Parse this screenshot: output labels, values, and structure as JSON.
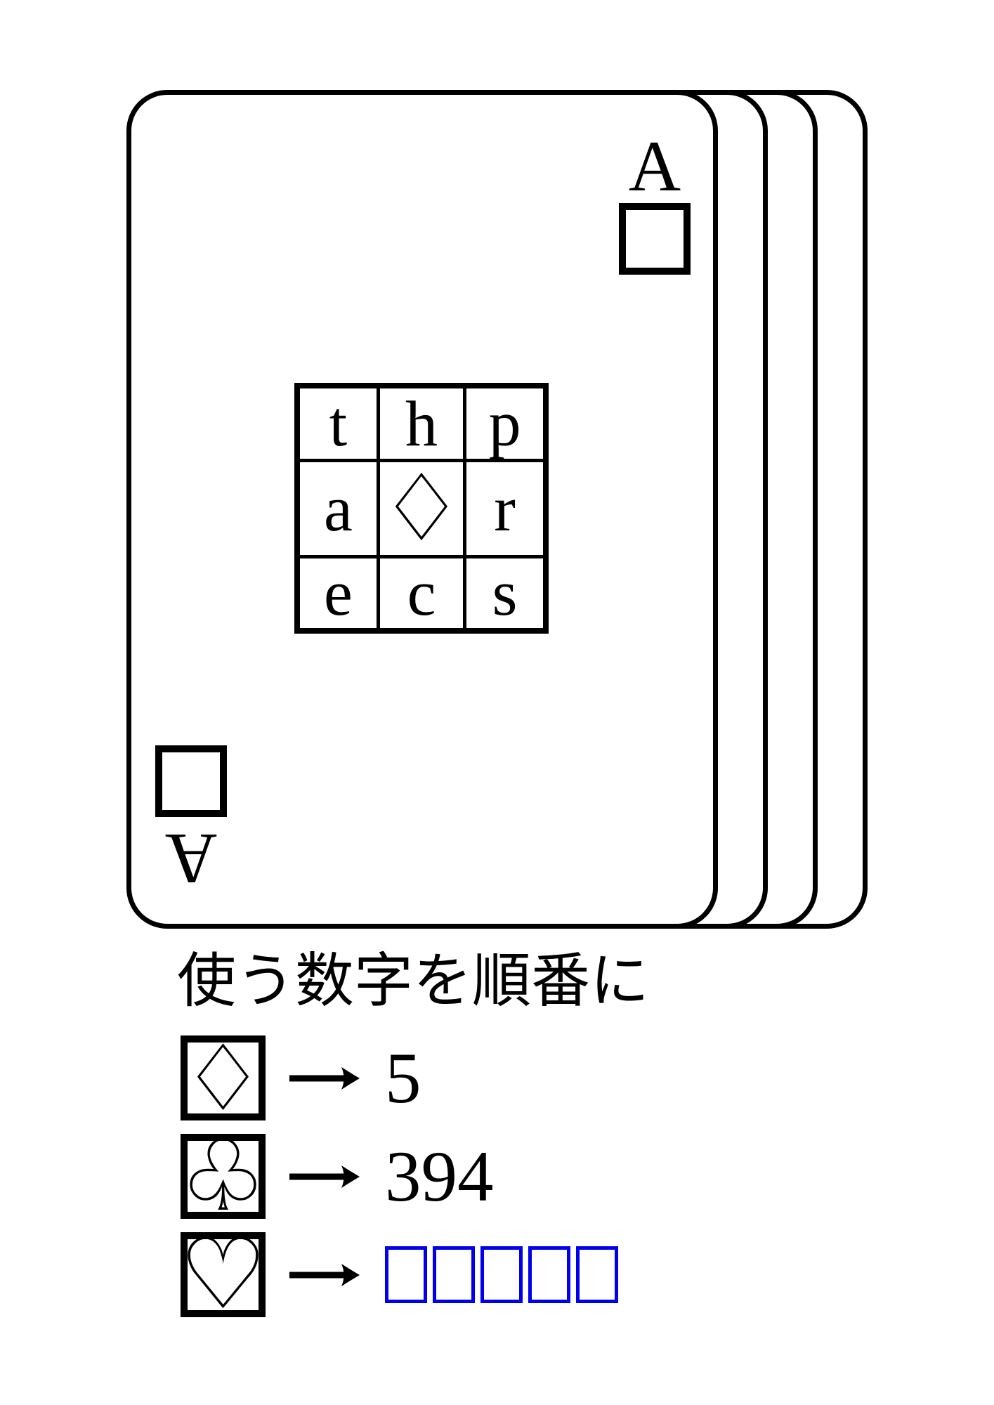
{
  "card": {
    "rank": "A",
    "rank_bottom": "A",
    "stack_count": 4,
    "grid": {
      "cells": [
        "t",
        "h",
        "p",
        "a",
        "♢",
        "r",
        "e",
        "c",
        "s"
      ],
      "center_symbol_name": "diamond-outline"
    }
  },
  "heading": "使う数字を順番に",
  "legend": [
    {
      "suit": "diamond",
      "symbol": "♢",
      "value": "5"
    },
    {
      "suit": "club",
      "symbol": "♧",
      "value": "394"
    },
    {
      "suit": "heart",
      "symbol": "♡",
      "value": "",
      "blank_count": 5
    }
  ],
  "colors": {
    "ink": "#000000",
    "background": "#ffffff",
    "answer_box_blue": "#0000ee"
  }
}
